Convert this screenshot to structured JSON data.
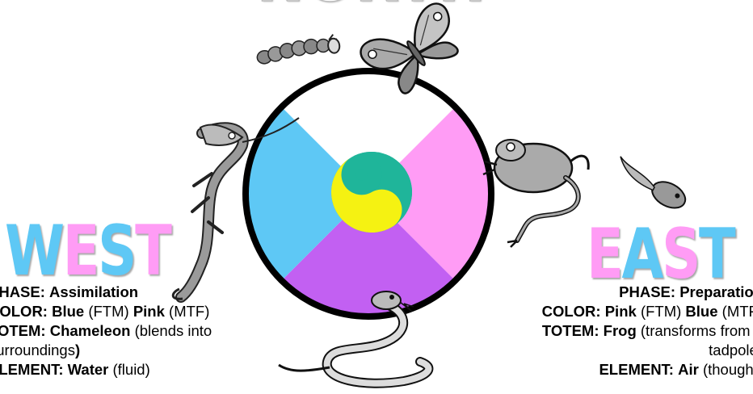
{
  "colors": {
    "blue": "#5ec8f5",
    "pink": "#ff9cf5",
    "purple": "#c260f2",
    "white": "#ffffff",
    "yin_yang_yellow": "#f5f212",
    "yin_yang_teal": "#1fb59a",
    "outline": "#000000"
  },
  "north": {
    "title": "NORTH"
  },
  "west": {
    "title": "WEST",
    "title_colors": [
      "#5ec8f5",
      "#ff9cf5",
      "#5ec8f5",
      "#ff9cf5"
    ],
    "phase_label": "PHASE:",
    "phase_value": "Assimilation",
    "color_label": "COLOR:",
    "color_value_1": "Blue",
    "color_note_1": "(FTM)",
    "color_value_2": "Pink",
    "color_note_2": "(MTF)",
    "totem_label": "TOTEM:",
    "totem_value": "Chameleon",
    "totem_note_1": "(blends into",
    "totem_note_2": "surroundings",
    "totem_note_2_end": ")",
    "element_label": "ELEMENT:",
    "element_value": "Water",
    "element_note": "(fluid)"
  },
  "east": {
    "title": "EAST",
    "title_colors": [
      "#ff9cf5",
      "#5ec8f5",
      "#ff9cf5",
      "#5ec8f5"
    ],
    "phase_label": "PHASE:",
    "phase_value": "Preparation",
    "color_label": "COLOR:",
    "color_value_1": "Pink",
    "color_note_1": "(FTM)",
    "color_value_2": "Blue",
    "color_note_2": "(MTF)",
    "totem_label": "TOTEM:",
    "totem_value": "Frog",
    "totem_note_1": "(transforms from a",
    "totem_note_2": "tadpole)",
    "element_label": "ELEMENT:",
    "element_value": "Air",
    "element_note": "(thought)"
  },
  "icons": {
    "top": "caterpillar-icon",
    "top_right": "butterfly-icon",
    "left": "chameleon-icon",
    "right": "frog-icon",
    "far_right": "tadpole-icon",
    "bottom": "snake-icon",
    "center": "yin-yang-icon"
  }
}
